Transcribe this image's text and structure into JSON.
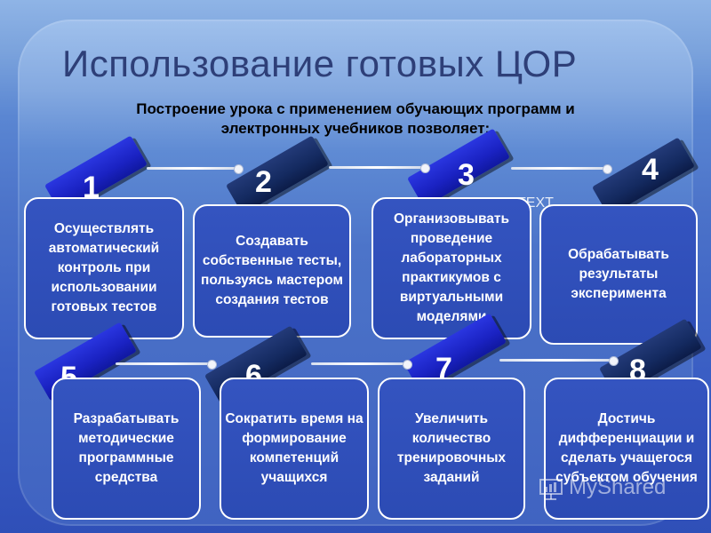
{
  "slide": {
    "title": "Использование готовых ЦОР",
    "subtitle_line1": "Построение урока с применением обучающих программ и",
    "subtitle_line2": "электронных учебников позволяет:",
    "text_placeholder": "TEXT",
    "watermark": "MyShared"
  },
  "cards": [
    {
      "number": "1",
      "text": "Осуществлять автоматический контроль при использовании готовых тестов"
    },
    {
      "number": "2",
      "text": "Создавать собственные тесты, пользуясь мастером создания тестов"
    },
    {
      "number": "3",
      "text": "Организовывать проведение лабораторных практикумов с виртуальными моделями"
    },
    {
      "number": "4",
      "text": "Обрабатывать результаты эксперимента"
    },
    {
      "number": "5",
      "text": "Разрабатывать методические программные средства"
    },
    {
      "number": "6",
      "text": "Сократить время на формирование компетенций учащихся"
    },
    {
      "number": "7",
      "text": "Увеличить количество тренировочных заданий"
    },
    {
      "number": "8",
      "text": "Достичь дифференциации и сделать учащегося субъектом обучения"
    }
  ],
  "colors": {
    "background": "#3a5ecb",
    "card": "#2f50b8",
    "block_blue": "#1a22c2",
    "block_dark": "#142a60",
    "title": "#2e3f78"
  }
}
